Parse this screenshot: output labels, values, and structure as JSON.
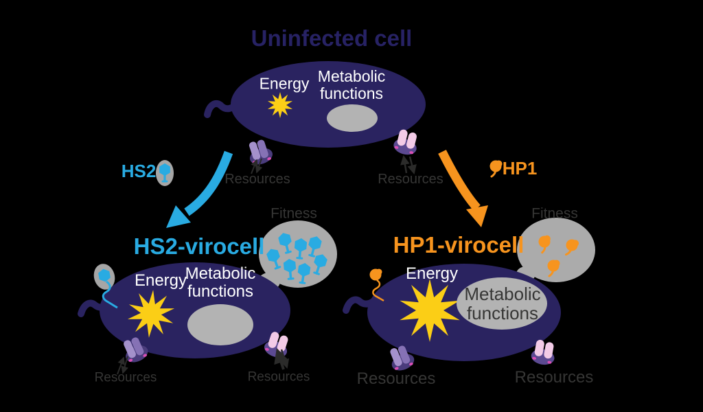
{
  "colors": {
    "background": "#000000",
    "cell_navy": "#2A2360",
    "title_navy": "#272264",
    "cyan": "#29ABE2",
    "orange": "#F7941E",
    "yellow": "#FBCE16",
    "blob_gray": "#ABABAB",
    "ellipse_gray": "#B3B3B3",
    "halo_gray": "#A6A6A6",
    "dark_text": "#363635",
    "white": "#FFFFFF",
    "arrow_dark": "#2B2B2A",
    "tp_light": "#A491CB",
    "tp_mid": "#8672B5",
    "tp_dark": "#4A3C7C",
    "tpk_light": "#F3CBE7",
    "tpk_dark": "#5C4A92",
    "tp_speck": "#D94FB5"
  },
  "uninfected_cell": {
    "title": "Uninfected cell",
    "energy_label": "Energy",
    "metabolic_label": "Metabolic functions",
    "resources_left_label": "Resources",
    "resources_right_label": "Resources"
  },
  "hs2_infection": {
    "virus_label": "HS2"
  },
  "hp1_infection": {
    "virus_label": "HP1"
  },
  "hs2_virocell": {
    "title": "HS2-virocell",
    "energy_label": "Energy",
    "metabolic_label": "Metabolic functions",
    "fitness_label": "Fitness",
    "fitness_virion_count": 7,
    "resources_left_label": "Resources",
    "resources_right_label": "Resources"
  },
  "hp1_virocell": {
    "title": "HP1-virocell",
    "energy_label": "Energy",
    "metabolic_label": "Metabolic functions",
    "fitness_label": "Fitness",
    "fitness_virion_count": 3,
    "resources_left_label": "Resources",
    "resources_right_label": "Resources"
  }
}
